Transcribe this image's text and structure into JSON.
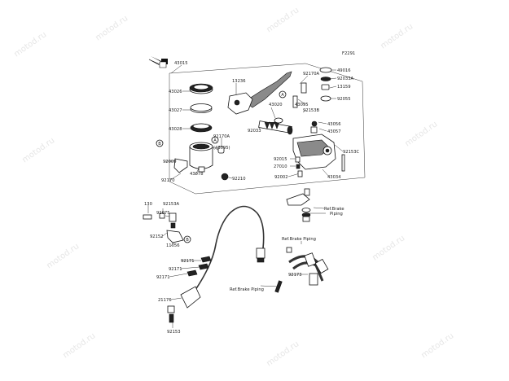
{
  "diagram_id": "F2291",
  "watermark": "motod.ru",
  "callout_letters": {
    "a": "A",
    "b": "B"
  },
  "labels": {
    "p43015": "43015",
    "p13236": "13236",
    "p43026": "43026",
    "p43027": "43027",
    "p43028": "43028",
    "p43020": "43020",
    "p92033": "92033",
    "p92170a_top": "92170A",
    "p49016": "49016",
    "p92033a": "92033A",
    "p13159": "13159",
    "p92055": "92055",
    "p43095": "43095",
    "p92153b": "92153B",
    "p43056": "43056",
    "p43057": "43057",
    "p92153c": "92153C",
    "p92015": "92015",
    "p27010": "27010",
    "p92002": "92002",
    "p43034": "43034",
    "p92170a_mid": "92170A",
    "p43095_paren": "(43095)",
    "p92009": "92009",
    "p43078": "43078",
    "p92170": "92170",
    "p92210": "92210",
    "p92153a": "92153A",
    "p130": "130",
    "p92075": "92075",
    "p92152": "92152",
    "p11056": "11056",
    "p92171_a": "92171",
    "p92171_b": "92171",
    "p92171_c": "92171",
    "p21176": "21176",
    "p92153": "92153",
    "p92173": "92173",
    "ref_brake_piping_1": "Ref.Brake",
    "ref_brake_piping_1b": "Piping",
    "ref_brake_piping_2": "Ref.Brake Piping",
    "ref_brake_piping_3": "Ref.Brake Piping"
  }
}
